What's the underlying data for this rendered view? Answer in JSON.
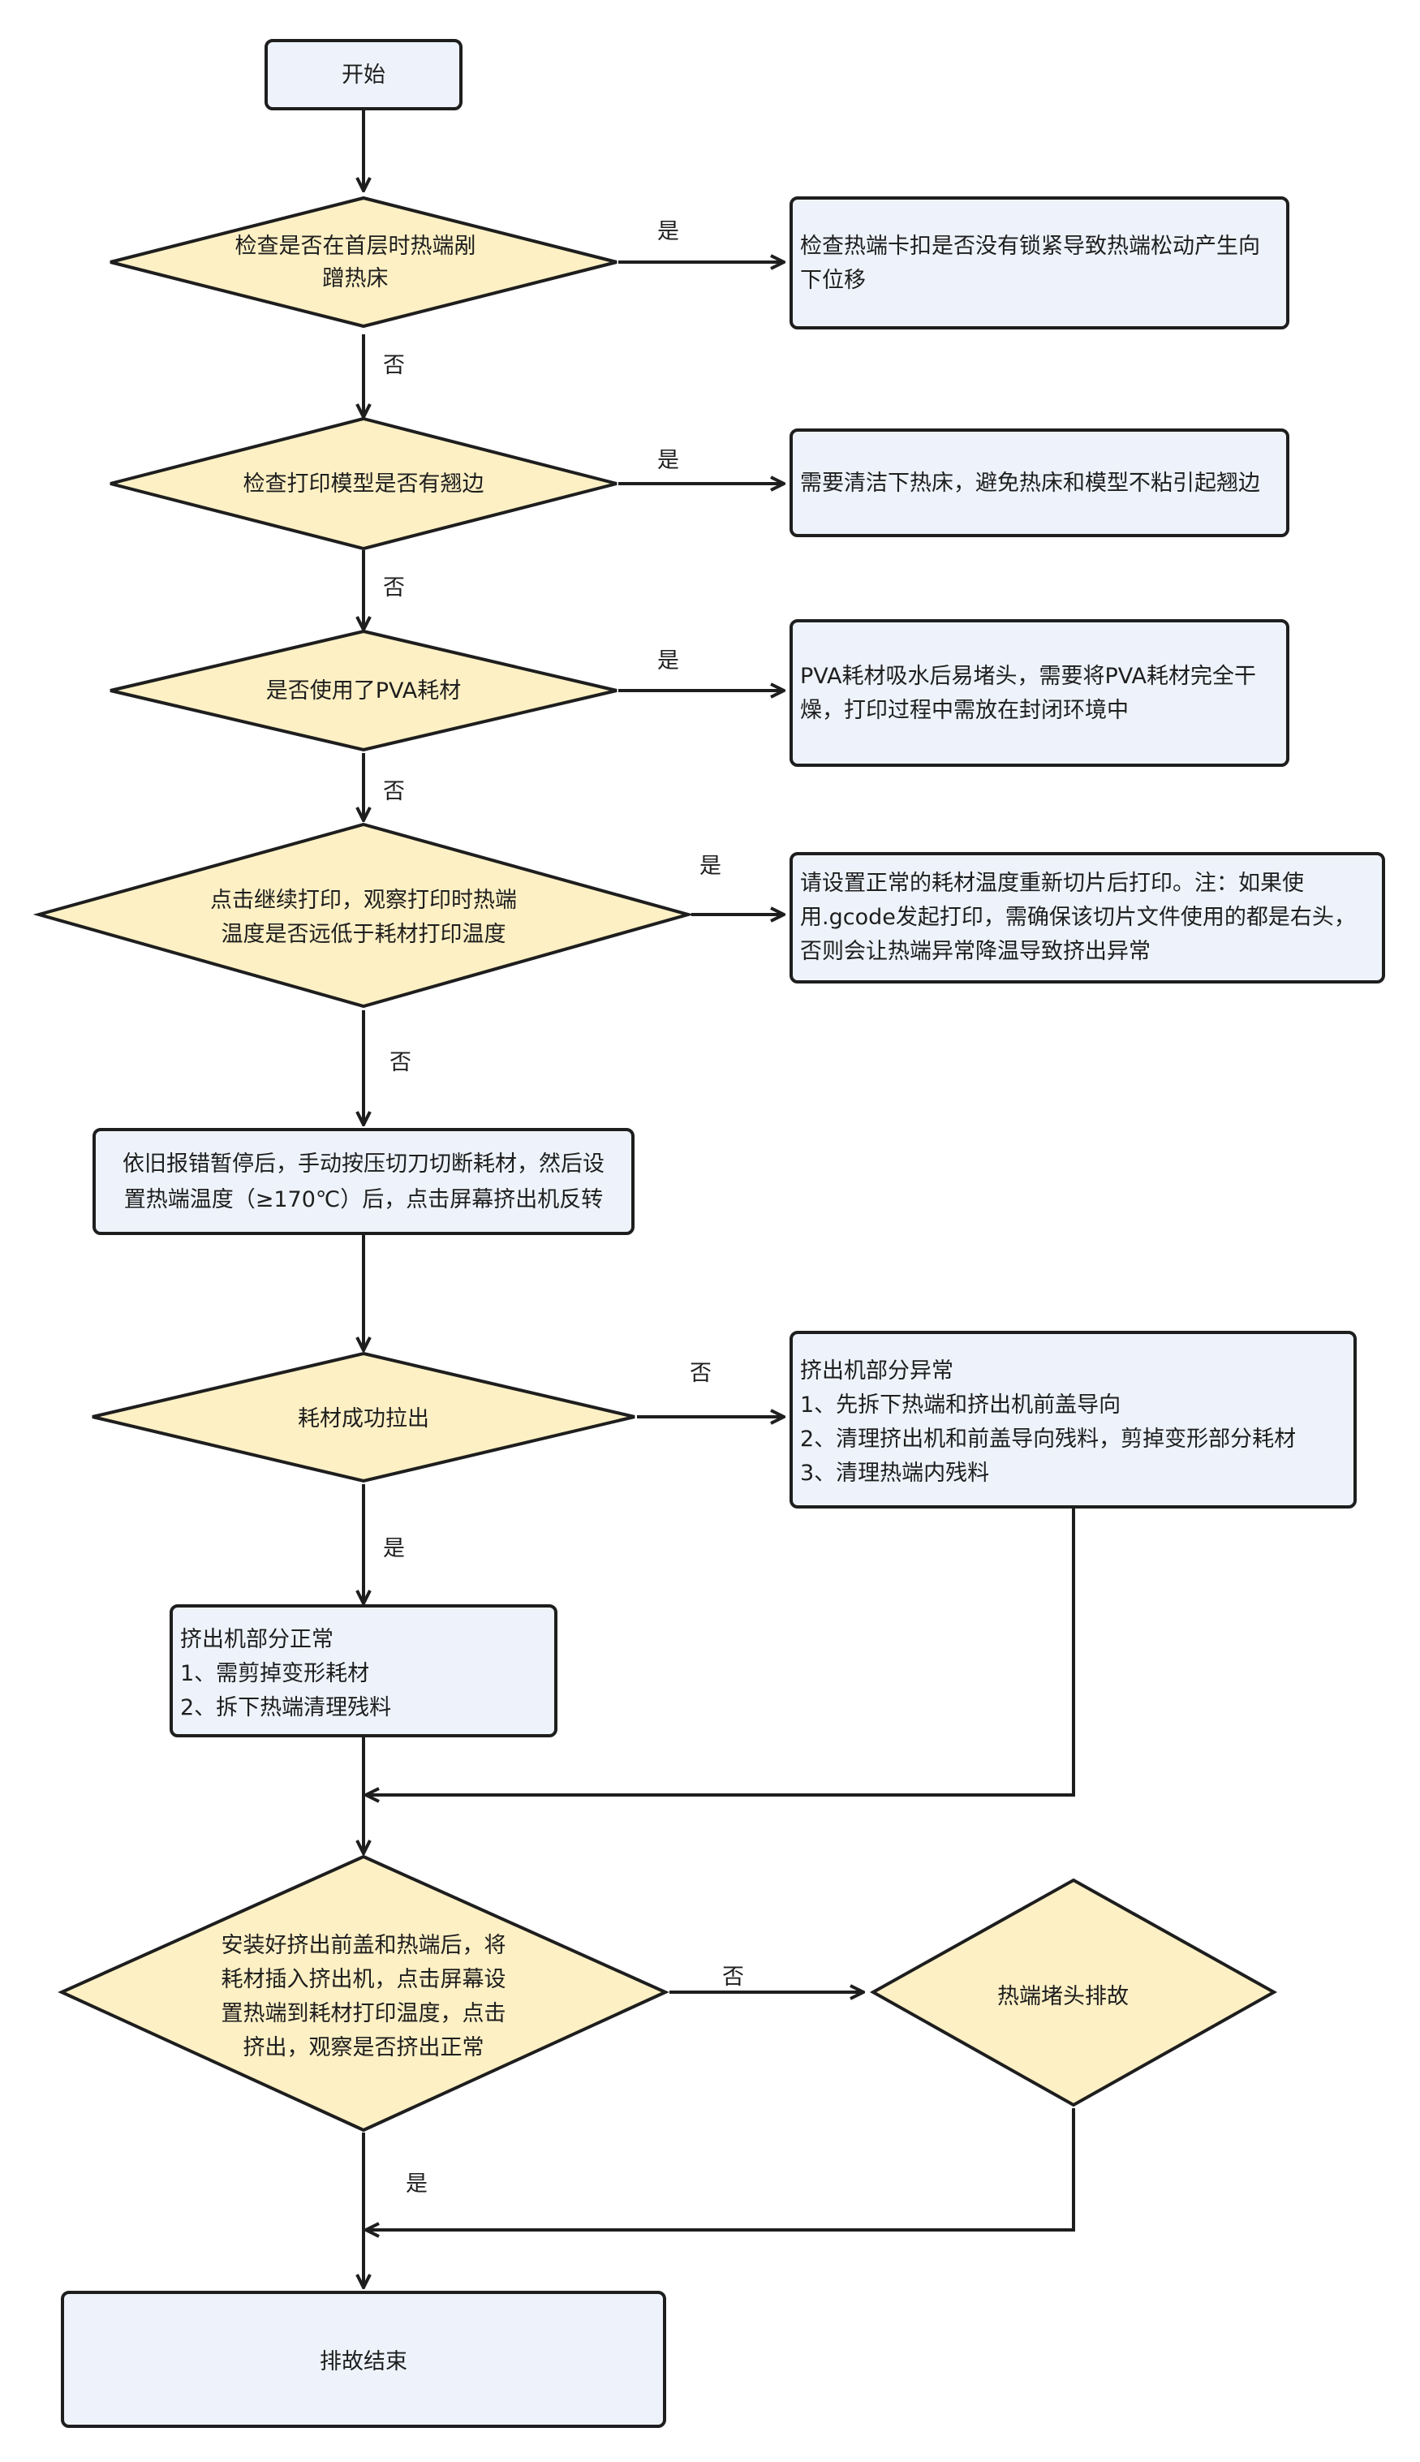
{
  "nodes": {
    "start": {
      "lines": [
        "开始"
      ]
    },
    "q1": {
      "lines": [
        "检查是否在首层时热端剐",
        "蹭热床"
      ]
    },
    "a1": {
      "lines": [
        "检查热端卡扣是否没有锁紧导致热端松动产生向",
        "下位移"
      ]
    },
    "q2": {
      "lines": [
        "检查打印模型是否有翘边"
      ]
    },
    "a2": {
      "lines": [
        "需要清洁下热床，避免热床和模型不粘引起翘边"
      ]
    },
    "q3": {
      "lines": [
        "是否使用了PVA耗材"
      ]
    },
    "a3": {
      "lines": [
        "PVA耗材吸水后易堵头，需要将PVA耗材完全干",
        "燥，打印过程中需放在封闭环境中"
      ]
    },
    "q4": {
      "lines": [
        "点击继续打印，观察打印时热端",
        "温度是否远低于耗材打印温度"
      ]
    },
    "a4": {
      "lines": [
        "请设置正常的耗材温度重新切片后打印。注：如果使",
        "用.gcode发起打印，需确保该切片文件使用的都是右头，",
        "否则会让热端异常降温导致挤出异常"
      ]
    },
    "p1": {
      "lines": [
        "依旧报错暂停后，手动按压切刀切断耗材，然后设",
        "置热端温度（≥170℃）后，点击屏幕挤出机反转"
      ]
    },
    "q5": {
      "lines": [
        "耗材成功拉出"
      ]
    },
    "a5": {
      "lines": [
        "挤出机部分异常",
        "1、先拆下热端和挤出机前盖导向",
        "2、清理挤出机和前盖导向残料，剪掉变形部分耗材",
        "3、清理热端内残料"
      ]
    },
    "b5": {
      "lines": [
        "挤出机部分正常",
        "1、需剪掉变形耗材",
        "2、拆下热端清理残料"
      ]
    },
    "q6": {
      "lines": [
        "安装好挤出前盖和热端后，将",
        "耗材插入挤出机，点击屏幕设",
        "置热端到耗材打印温度，点击",
        "挤出，观察是否挤出正常"
      ]
    },
    "a6": {
      "lines": [
        "热端堵头排故"
      ]
    },
    "end": {
      "lines": [
        "排故结束"
      ]
    }
  },
  "edge_labels": {
    "q1_yes": "是",
    "q1_no": "否",
    "q2_yes": "是",
    "q2_no": "否",
    "q3_yes": "是",
    "q3_no": "否",
    "q4_yes": "是",
    "q4_no": "否",
    "q5_no": "否",
    "q5_yes": "是",
    "q6_no": "否",
    "q6_yes": "是"
  },
  "colors": {
    "process_fill": "#eef3fb",
    "decision_fill": "#fdf0c4",
    "stroke": "#1e1e1e"
  }
}
